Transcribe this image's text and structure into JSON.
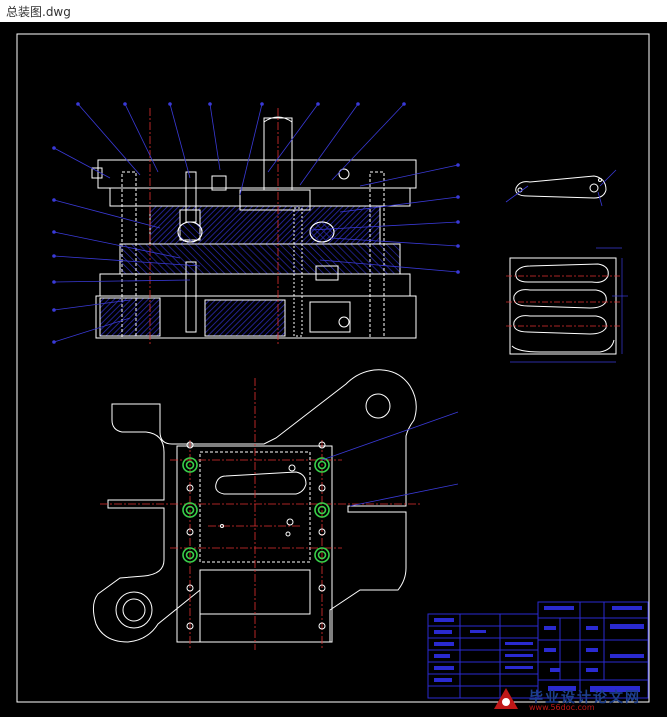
{
  "window": {
    "title": "总装图.dwg"
  },
  "watermark": {
    "brand_cn": "毕业设计论文网",
    "url": "www.56doc.com"
  },
  "colors": {
    "background": "#000000",
    "frame": "#ffffff",
    "leader": "#3a3ad8",
    "section_hatch": "#2a2ab0",
    "centerline": "#e03030",
    "guide_rings": "#39d04a",
    "title_block": "#2a2ad0",
    "watermark_blue": "#1d3f8c",
    "watermark_red": "#c01818"
  },
  "icons": [
    "cad-drawing",
    "watermark-logo-icon"
  ]
}
